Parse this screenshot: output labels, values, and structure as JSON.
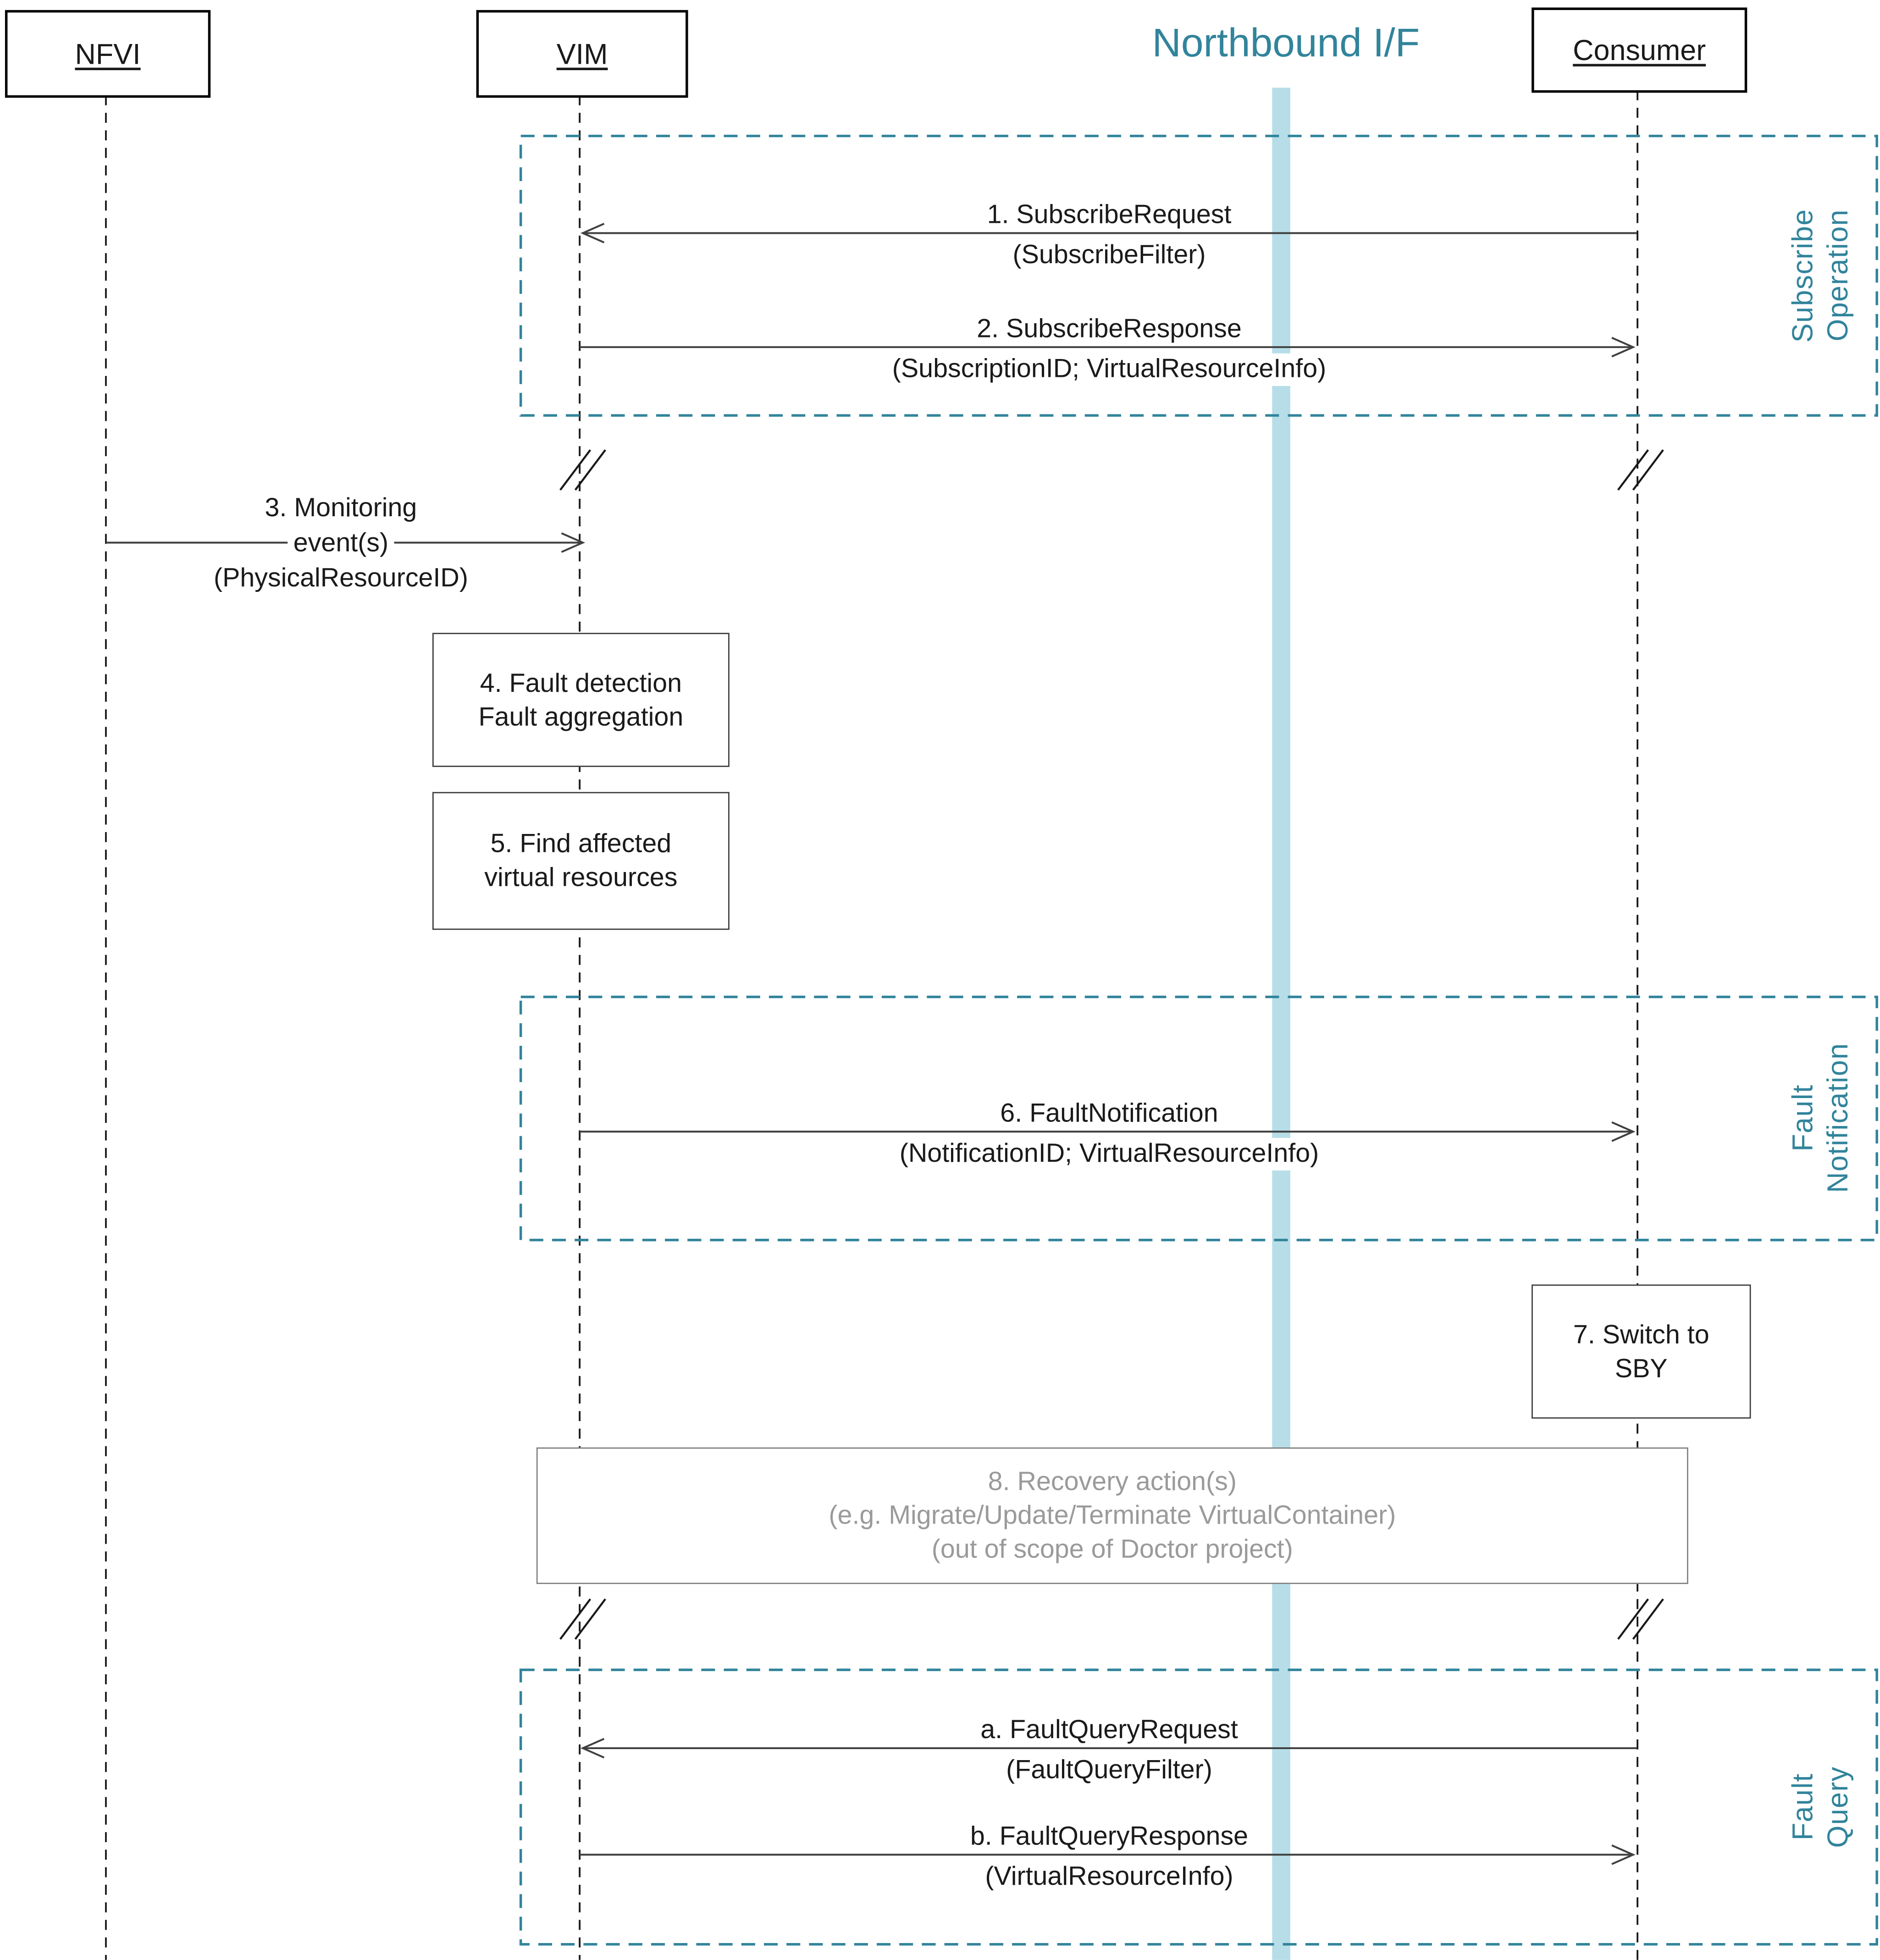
{
  "actors": [
    {
      "label": "NFVI"
    },
    {
      "label": "VIM"
    },
    {
      "label": "Consumer"
    }
  ],
  "header": {
    "interface_title": "Northbound I/F"
  },
  "groups": {
    "subscribe": {
      "line1": "Subscribe",
      "line2": "Operation"
    },
    "notification": {
      "line1": "Fault",
      "line2": "Notification"
    },
    "query": {
      "line1": "Fault",
      "line2": "Query"
    }
  },
  "messages": {
    "m1": {
      "line1": "1. SubscribeRequest",
      "line2": "(SubscribeFilter)"
    },
    "m2": {
      "line1": "2. SubscribeResponse",
      "line2": "(SubscriptionID; VirtualResourceInfo)"
    },
    "m3": {
      "line1": "3. Monitoring",
      "line2": "event(s)",
      "line3": "(PhysicalResourceID)"
    },
    "m6": {
      "line1": "6. FaultNotification",
      "line2": "(NotificationID; VirtualResourceInfo)"
    },
    "ma": {
      "line1": "a. FaultQueryRequest",
      "line2": "(FaultQueryFilter)"
    },
    "mb": {
      "line1": "b. FaultQueryResponse",
      "line2": "(VirtualResourceInfo)"
    }
  },
  "boxes": {
    "b4": {
      "line1": "4. Fault detection",
      "line2": "Fault aggregation"
    },
    "b5": {
      "line1": "5. Find affected",
      "line2": "virtual resources"
    },
    "b7": {
      "line1": "7. Switch to",
      "line2": "SBY"
    },
    "b8": {
      "line1": "8. Recovery action(s)",
      "line2": "(e.g. Migrate/Update/Terminate VirtualContainer)",
      "line3": "(out of scope of Doctor project)"
    }
  },
  "colors": {
    "teal": "#31849B",
    "bar_fill": "#B7DEE8",
    "gray_text": "#9A9A9A",
    "line": "#404040"
  }
}
